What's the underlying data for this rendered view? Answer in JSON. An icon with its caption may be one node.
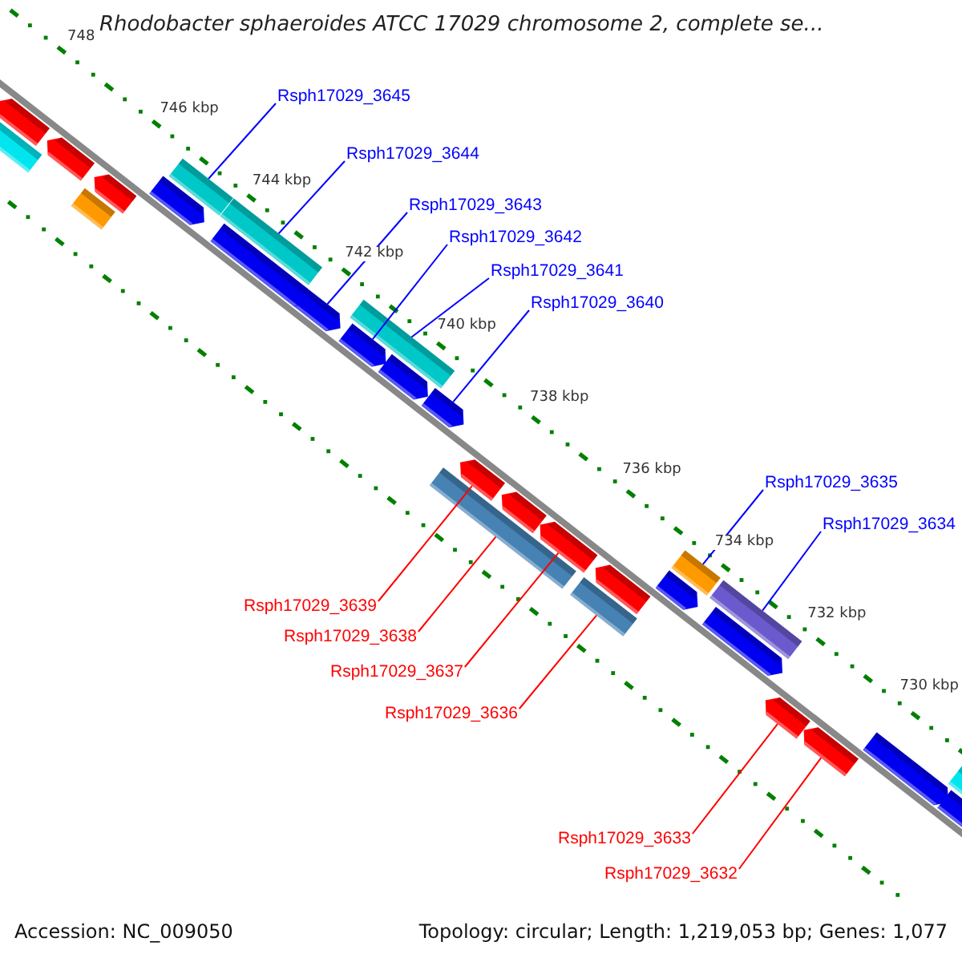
{
  "diagram": {
    "title": "Rhodobacter sphaeroides ATCC 17029 chromosome 2, complete se...",
    "nodes": [
      {
        "text": [
          "Rsph17029_3645"
        ]
      },
      {
        "text": [
          "Rsph17029_3644"
        ]
      },
      {
        "text": [
          "Rsph17029_3643"
        ]
      },
      {
        "text": [
          "Rsph17029_3642"
        ]
      },
      {
        "text": [
          "Rsph17029_3641"
        ]
      },
      {
        "text": [
          "Rsph17029_3640"
        ]
      },
      {
        "text": [
          "Rsph17029_3635"
        ]
      },
      {
        "text": [
          "Rsph17029_3634"
        ]
      },
      {
        "text": [
          "Rsph17029_3639"
        ]
      },
      {
        "text": [
          "Rsph17029_3638"
        ]
      },
      {
        "text": [
          "Rsph17029_3637"
        ]
      },
      {
        "text": [
          "Rsph17029_3636"
        ]
      },
      {
        "text": [
          "Rsph17029_3633"
        ]
      },
      {
        "text": [
          "Rsph17029_3632"
        ]
      },
      {
        "text": [],
        "shape": "bar"
      },
      {
        "text": [],
        "shape": "bar"
      },
      {
        "text": [],
        "shape": "arrow"
      },
      {
        "text": [],
        "shape": "arrow"
      },
      {
        "text": [],
        "shape": "bar"
      },
      {
        "text": [],
        "shape": "arrow"
      },
      {
        "text": [],
        "shape": "bar"
      },
      {
        "text": [],
        "shape": "bar"
      },
      {
        "text": [],
        "shape": "arrow"
      },
      {
        "text": [],
        "shape": "bar"
      },
      {
        "text": [],
        "shape": "arrow"
      },
      {
        "text": [],
        "shape": "bar"
      },
      {
        "text": [],
        "shape": "arrow"
      },
      {
        "text": [],
        "shape": "arrow"
      },
      {
        "text": [],
        "shape": "arrow"
      },
      {
        "text": [],
        "shape": "arrow"
      },
      {
        "text": [],
        "shape": "arrow"
      },
      {
        "text": [],
        "shape": "bar"
      },
      {
        "text": [],
        "shape": "bar"
      },
      {
        "text": [],
        "shape": "arrow"
      },
      {
        "text": [],
        "shape": "arrow"
      },
      {
        "text": [],
        "shape": "arrow"
      },
      {
        "text": [],
        "shape": "arrow"
      },
      {
        "text": [],
        "shape": "arrow"
      },
      {
        "text": [],
        "shape": "arrow"
      },
      {
        "text": [],
        "shape": "arrow"
      },
      {
        "text": [],
        "shape": "arrow"
      },
      {
        "text": [],
        "shape": "arrow"
      },
      {
        "text": [],
        "shape": "bar"
      }
    ],
    "edges": [
      {
        "from": 0,
        "to": 14,
        "arrow": "none"
      },
      {
        "from": 1,
        "to": 15,
        "arrow": "none"
      },
      {
        "from": 2,
        "to": 16,
        "arrow": "none"
      },
      {
        "from": 3,
        "to": 17,
        "arrow": "none"
      },
      {
        "from": 4,
        "to": 18,
        "arrow": "none"
      },
      {
        "from": 5,
        "to": 19,
        "arrow": "none"
      },
      {
        "from": 6,
        "to": 20,
        "arrow": "none"
      },
      {
        "from": 7,
        "to": 21,
        "arrow": "none"
      },
      {
        "from": 8,
        "to": 22,
        "arrow": "none",
        "color": "#ff0000"
      },
      {
        "from": 9,
        "to": 23,
        "arrow": "none",
        "color": "#ff0000"
      },
      {
        "from": 10,
        "to": 24,
        "arrow": "none",
        "color": "#ff0000"
      },
      {
        "from": 11,
        "to": 25,
        "arrow": "none",
        "color": "#ff0000"
      },
      {
        "from": 12,
        "to": 26,
        "arrow": "none",
        "color": "#ff0000"
      },
      {
        "from": 13,
        "to": 27,
        "arrow": "none",
        "color": "#ff0000"
      }
    ],
    "labels": [
      "748",
      "746 kbp",
      "744 kbp",
      "742 kbp",
      "740 kbp",
      "738 kbp",
      "736 kbp",
      "734 kbp",
      "732 kbp",
      "730 kbp",
      "Accession: NC_009050",
      "Topology: circular; Length: 1,219,053 bp; Genes: 1,077"
    ]
  }
}
